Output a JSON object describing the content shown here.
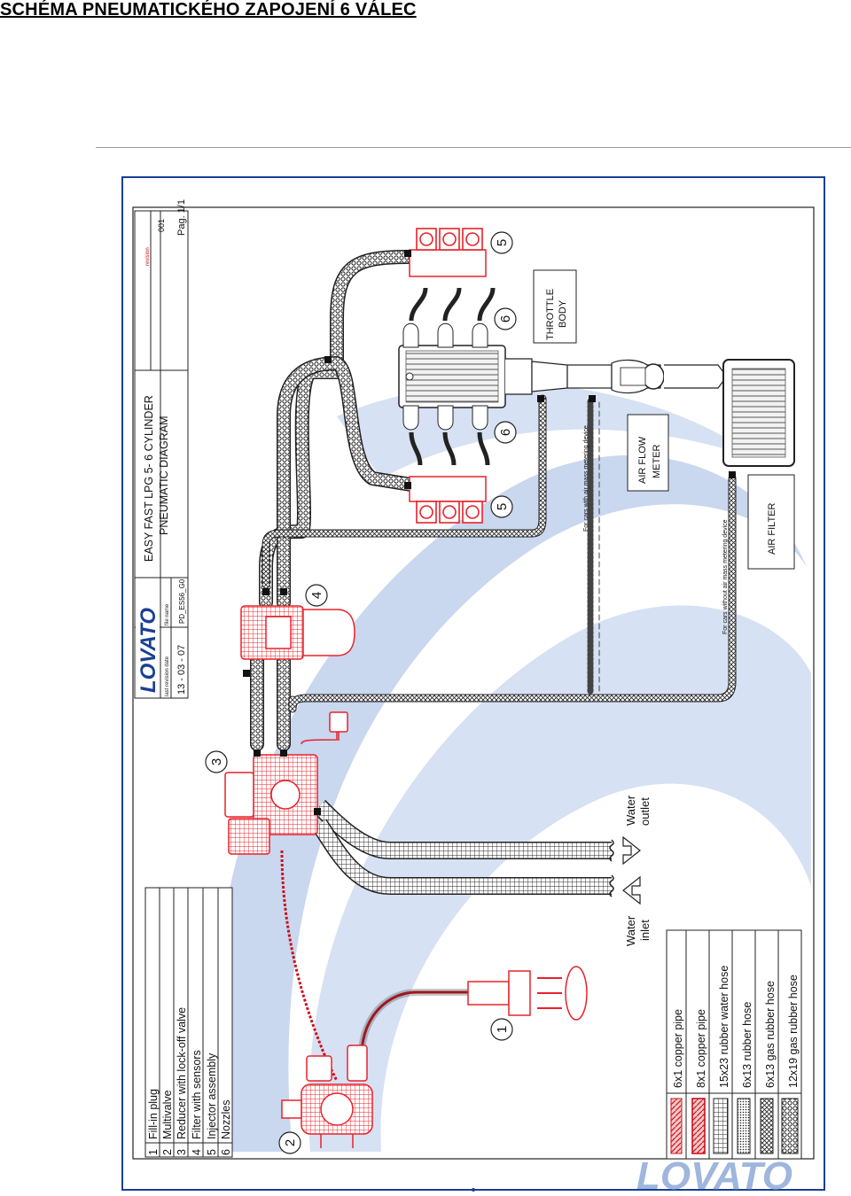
{
  "page": {
    "title": "SCHÉMA PNEUMATICKÉHO ZAPOJENÍ 6 VÁLEC"
  },
  "title_block": {
    "logo_text": "LOVATO",
    "last_revision_label": "last revision date",
    "last_revision_date": "13 - 03 - 07",
    "file_name_label": "file name",
    "file_name": "PD_ES56_G0",
    "title_line1": "EASY FAST LPG 5- 6 CYLINDER",
    "title_line2": "PNEUMATIC DIAGRAM",
    "revision_label": "revision",
    "revision": "001",
    "page_label": "Pag. 1/1"
  },
  "components": {
    "legend": [
      {
        "num": "1",
        "label": "Fill-in plug"
      },
      {
        "num": "2",
        "label": "Multivalve"
      },
      {
        "num": "3",
        "label": "Reducer with lock-off valve"
      },
      {
        "num": "4",
        "label": "Filter with sensors"
      },
      {
        "num": "5",
        "label": "Injector assembly"
      },
      {
        "num": "6",
        "label": "Nozzles"
      }
    ],
    "callouts": [
      "1",
      "2",
      "3",
      "4",
      "5",
      "5",
      "6",
      "6"
    ]
  },
  "pipes_legend": [
    {
      "label": "6x1 copper pipe",
      "pattern": "copper-thin"
    },
    {
      "label": "8x1 copper pipe",
      "pattern": "copper-thick"
    },
    {
      "label": "15x23 rubber water hose",
      "pattern": "grid"
    },
    {
      "label": "6x13 rubber hose",
      "pattern": "dots"
    },
    {
      "label": "6x13 gas rubber hose",
      "pattern": "cross"
    },
    {
      "label": "12x19 gas rubber hose",
      "pattern": "honeycomb"
    }
  ],
  "labels": {
    "throttle_body": [
      "THROTTLE",
      "BODY"
    ],
    "air_flow_meter": [
      "AIR FLOW",
      "METER"
    ],
    "air_filter": "AIR FILTER",
    "water_outlet": [
      "Water",
      "outlet"
    ],
    "water_inlet": [
      "Water",
      "inlet"
    ],
    "with_amm": "For cars with air mass metering device",
    "without_amm": "For cars without air mass metering device"
  },
  "footer_logo": "LOVATO",
  "colors": {
    "component_red": "#e8222a",
    "watermark_blue": "#c9d7ef",
    "hose_dark": "#333333",
    "frame_blue": "#1c3f94"
  }
}
